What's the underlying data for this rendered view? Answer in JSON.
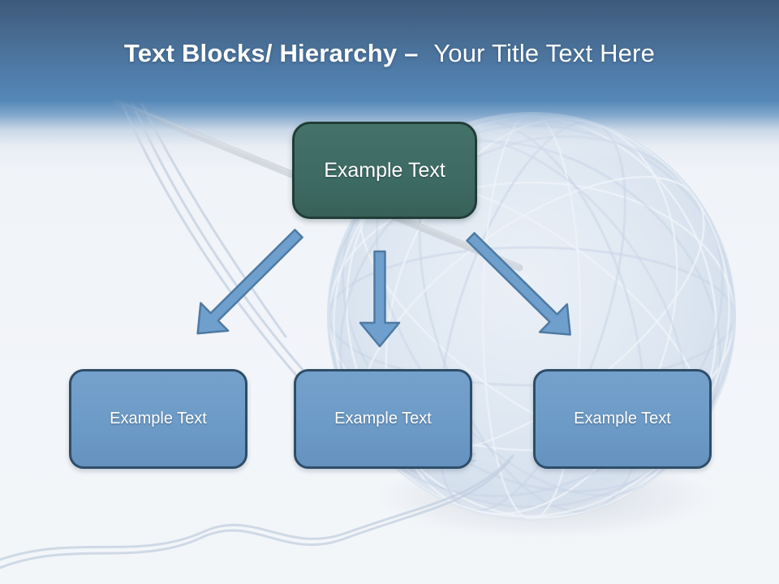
{
  "header": {
    "title_bold": "Text Blocks/ Hierarchy –",
    "title_regular": "Your Title Text Here"
  },
  "diagram": {
    "root": {
      "label": "Example Text"
    },
    "children": [
      {
        "label": "Example Text"
      },
      {
        "label": "Example Text"
      },
      {
        "label": "Example Text"
      }
    ]
  },
  "colors": {
    "header_gradient_top": "#3c5a7b",
    "header_gradient_bottom": "#5587b7",
    "page_background": "#f2f5f9",
    "title_color": "#ffffff",
    "root_node_fill": "#3d6b64",
    "root_node_border": "#213d38",
    "child_node_fill": "#6d9bc7",
    "child_node_border": "#2e4d68",
    "arrow_fill": "#6f9fcc",
    "arrow_outline": "#4e7aa3"
  }
}
